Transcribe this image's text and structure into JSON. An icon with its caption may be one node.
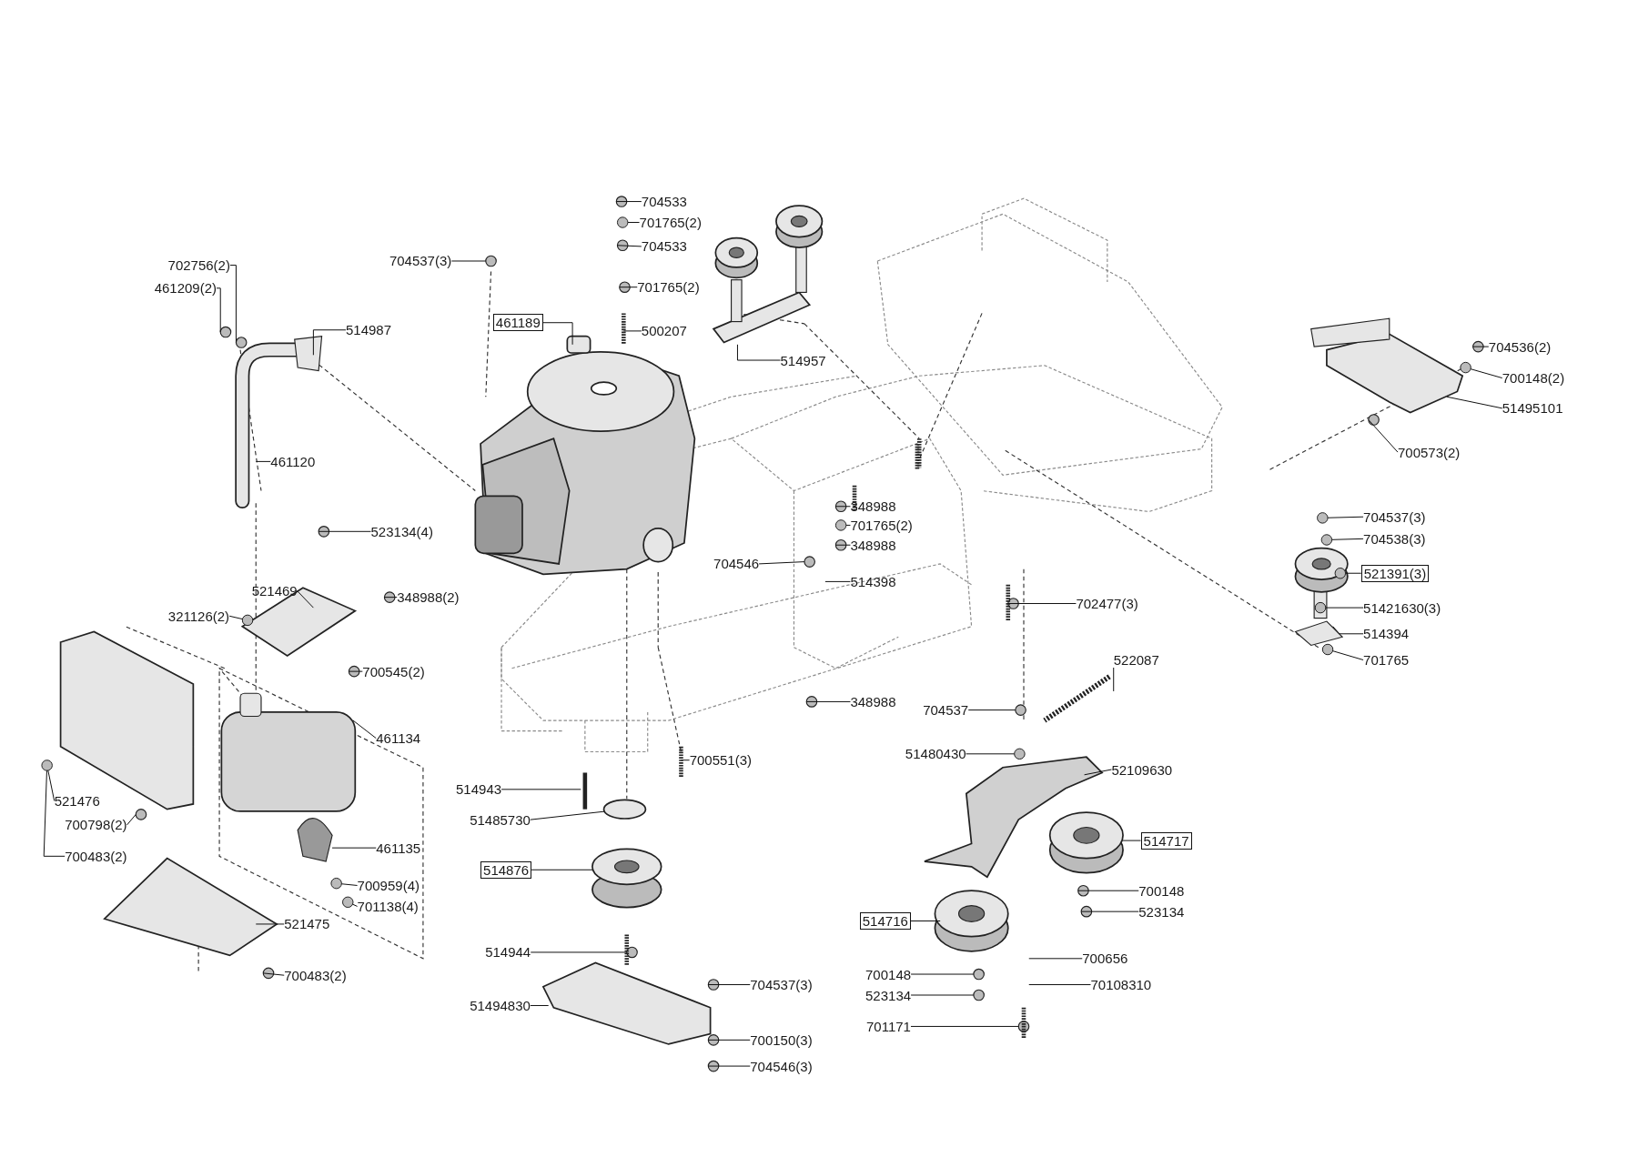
{
  "diagram": {
    "nodes": [
      {
        "text": [
          "704533"
        ]
      },
      {
        "text": [
          "701765(2)"
        ]
      },
      {
        "text": [
          "704533"
        ]
      },
      {
        "text": [
          "704537(3)"
        ]
      },
      {
        "text": [
          "702756(2)"
        ]
      },
      {
        "text": [
          "461209(2)"
        ]
      },
      {
        "text": [
          "701765(2)"
        ]
      },
      {
        "text": [
          "461189"
        ]
      },
      {
        "text": [
          "500207"
        ]
      },
      {
        "text": [
          "514987"
        ]
      },
      {
        "text": [
          "514957"
        ]
      },
      {
        "text": [
          "704536(2)"
        ]
      },
      {
        "text": [
          "700148(2)"
        ]
      },
      {
        "text": [
          "51495101"
        ]
      },
      {
        "text": [
          "700573(2)"
        ]
      },
      {
        "text": [
          "461120"
        ]
      },
      {
        "text": [
          "348988"
        ]
      },
      {
        "text": [
          "701765(2)"
        ]
      },
      {
        "text": [
          "523134(4)"
        ]
      },
      {
        "text": [
          "348988"
        ]
      },
      {
        "text": [
          "704537(3)"
        ]
      },
      {
        "text": [
          "704538(3)"
        ]
      },
      {
        "text": [
          "704546"
        ]
      },
      {
        "text": [
          "514398"
        ]
      },
      {
        "text": [
          "521391(3)"
        ]
      },
      {
        "text": [
          "521469"
        ]
      },
      {
        "text": [
          "348988(2)"
        ]
      },
      {
        "text": [
          "321126(2)"
        ]
      },
      {
        "text": [
          "702477(3)"
        ]
      },
      {
        "text": [
          "51421630(3)"
        ]
      },
      {
        "text": [
          "514394"
        ]
      },
      {
        "text": [
          "701765"
        ]
      },
      {
        "text": [
          "522087"
        ]
      },
      {
        "text": [
          "700545(2)"
        ]
      },
      {
        "text": [
          "348988"
        ]
      },
      {
        "text": [
          "704537"
        ]
      },
      {
        "text": [
          "461134"
        ]
      },
      {
        "text": [
          "51480430"
        ]
      },
      {
        "text": [
          "700551(3)"
        ]
      },
      {
        "text": [
          "52109630"
        ]
      },
      {
        "text": [
          "514943"
        ]
      },
      {
        "text": [
          "521476"
        ]
      },
      {
        "text": [
          "51485730"
        ]
      },
      {
        "text": [
          "700798(2)"
        ]
      },
      {
        "text": [
          "514717"
        ]
      },
      {
        "text": [
          "461135"
        ]
      },
      {
        "text": [
          "700483(2)"
        ]
      },
      {
        "text": [
          "514876"
        ]
      },
      {
        "text": [
          "700959(4)"
        ]
      },
      {
        "text": [
          "700148"
        ]
      },
      {
        "text": [
          "701138(4)"
        ]
      },
      {
        "text": [
          "523134"
        ]
      },
      {
        "text": [
          "514716"
        ]
      },
      {
        "text": [
          "521475"
        ]
      },
      {
        "text": [
          "514944"
        ]
      },
      {
        "text": [
          "700656"
        ]
      },
      {
        "text": [
          "700483(2)"
        ]
      },
      {
        "text": [
          "700148"
        ]
      },
      {
        "text": [
          "704537(3)"
        ]
      },
      {
        "text": [
          "70108310"
        ]
      },
      {
        "text": [
          "51494830"
        ]
      },
      {
        "text": [
          "523134"
        ]
      },
      {
        "text": [
          "700150(3)"
        ]
      },
      {
        "text": [
          "701171"
        ]
      },
      {
        "text": [
          "704546(3)"
        ]
      },
      {
        "text": [],
        "shape": "circle"
      },
      {
        "text": [],
        "shape": "circle"
      },
      {
        "text": [],
        "shape": "circle"
      },
      {
        "text": [],
        "shape": "circle"
      },
      {
        "text": [],
        "shape": "circle"
      },
      {
        "text": [],
        "shape": "circle"
      },
      {
        "text": [],
        "shape": "circle"
      },
      {
        "text": [],
        "shape": "circle"
      },
      {
        "text": [],
        "shape": "circle"
      },
      {
        "text": [],
        "shape": "circle"
      },
      {
        "text": [],
        "shape": "circle"
      },
      {
        "text": [],
        "shape": "circle"
      },
      {
        "text": [],
        "shape": "circle"
      },
      {
        "text": [],
        "shape": "circle"
      }
    ],
    "edges": [
      {
        "from": 0,
        "to": null,
        "arrow": "none"
      },
      {
        "from": 1,
        "to": 65,
        "arrow": "none"
      },
      {
        "from": 2,
        "to": null,
        "arrow": "none"
      },
      {
        "from": 3,
        "to": null,
        "arrow": "none"
      },
      {
        "from": 4,
        "to": null,
        "arrow": "none"
      },
      {
        "from": 5,
        "to": null,
        "arrow": "none"
      },
      {
        "from": 6,
        "to": null,
        "arrow": "none"
      },
      {
        "from": 7,
        "to": null,
        "arrow": "none"
      },
      {
        "from": 8,
        "to": null,
        "arrow": "none"
      },
      {
        "from": 9,
        "to": null,
        "arrow": "none"
      },
      {
        "from": 10,
        "to": null,
        "arrow": "none"
      },
      {
        "from": 11,
        "to": null,
        "arrow": "none"
      },
      {
        "from": 12,
        "to": 77,
        "arrow": "none"
      },
      {
        "from": 13,
        "to": null,
        "arrow": "none"
      },
      {
        "from": 14,
        "to": null,
        "arrow": "none"
      },
      {
        "from": 15,
        "to": null,
        "arrow": "none"
      },
      {
        "from": 16,
        "to": null,
        "arrow": "none"
      },
      {
        "from": 17,
        "to": 66,
        "arrow": "none"
      },
      {
        "from": 18,
        "to": null,
        "arrow": "none"
      },
      {
        "from": 19,
        "to": null,
        "arrow": "none"
      },
      {
        "from": 20,
        "to": 74,
        "arrow": "none"
      },
      {
        "from": 21,
        "to": 67,
        "arrow": "none"
      },
      {
        "from": 22,
        "to": null,
        "arrow": "none"
      },
      {
        "from": 23,
        "to": null,
        "arrow": "none"
      },
      {
        "from": 24,
        "to": 68,
        "arrow": "none"
      },
      {
        "from": 25,
        "to": null,
        "arrow": "none"
      },
      {
        "from": 26,
        "to": null,
        "arrow": "none"
      },
      {
        "from": 27,
        "to": 69,
        "arrow": "none"
      },
      {
        "from": 28,
        "to": null,
        "arrow": "none"
      },
      {
        "from": 29,
        "to": 75,
        "arrow": "none"
      },
      {
        "from": 30,
        "to": null,
        "arrow": "none"
      },
      {
        "from": 31,
        "to": 70,
        "arrow": "none"
      },
      {
        "from": 32,
        "to": null,
        "arrow": "none"
      },
      {
        "from": 33,
        "to": null,
        "arrow": "none"
      },
      {
        "from": 34,
        "to": null,
        "arrow": "none"
      },
      {
        "from": 35,
        "to": null,
        "arrow": "none"
      },
      {
        "from": 36,
        "to": null,
        "arrow": "none"
      },
      {
        "from": 37,
        "to": 76,
        "arrow": "none"
      },
      {
        "from": 38,
        "to": null,
        "arrow": "none"
      },
      {
        "from": 39,
        "to": null,
        "arrow": "none"
      },
      {
        "from": 40,
        "to": null,
        "arrow": "none"
      },
      {
        "from": 41,
        "to": 71,
        "arrow": "none"
      },
      {
        "from": 42,
        "to": 78,
        "arrow": "none"
      },
      {
        "from": 43,
        "to": null,
        "arrow": "none"
      },
      {
        "from": 44,
        "to": null,
        "arrow": "none"
      },
      {
        "from": 45,
        "to": null,
        "arrow": "none"
      },
      {
        "from": 46,
        "to": 71,
        "arrow": "none"
      },
      {
        "from": 47,
        "to": null,
        "arrow": "none"
      },
      {
        "from": 48,
        "to": 72,
        "arrow": "none"
      },
      {
        "from": 49,
        "to": null,
        "arrow": "none"
      },
      {
        "from": 50,
        "to": 73,
        "arrow": "none"
      },
      {
        "from": 51,
        "to": null,
        "arrow": "none"
      },
      {
        "from": 52,
        "to": null,
        "arrow": "none"
      },
      {
        "from": 53,
        "to": null,
        "arrow": "none"
      },
      {
        "from": 54,
        "to": null,
        "arrow": "none"
      },
      {
        "from": 55,
        "to": null,
        "arrow": "none"
      },
      {
        "from": 56,
        "to": null,
        "arrow": "none"
      },
      {
        "from": 57,
        "to": null,
        "arrow": "none"
      },
      {
        "from": 58,
        "to": null,
        "arrow": "none"
      },
      {
        "from": 59,
        "to": null,
        "arrow": "none"
      },
      {
        "from": 60,
        "to": null,
        "arrow": "none"
      },
      {
        "from": 61,
        "to": null,
        "arrow": "none"
      },
      {
        "from": 62,
        "to": null,
        "arrow": "none"
      },
      {
        "from": 63,
        "to": null,
        "arrow": "none"
      },
      {
        "from": 64,
        "to": null,
        "arrow": "none"
      }
    ]
  }
}
